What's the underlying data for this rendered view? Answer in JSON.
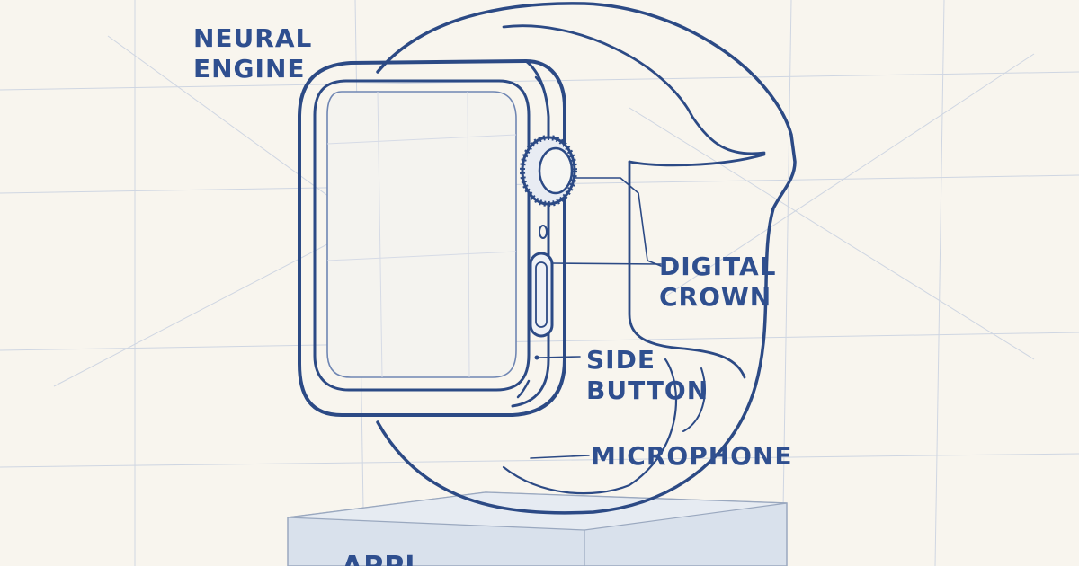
{
  "labels": {
    "neural_engine": [
      "NEURAL",
      "ENGINE"
    ],
    "digital_crown": [
      "DIGITAL",
      "CROWN"
    ],
    "side_button": [
      "SIDE",
      "BUTTON"
    ],
    "microphone": "MICROPHONE",
    "pedestal": "APPL"
  },
  "colors": {
    "ink": "#2c4a85",
    "label": "#2f4f8f",
    "paper": "#f8f5ee",
    "guide": "#cfd6e2",
    "pedestal": "#d9e1ec"
  }
}
